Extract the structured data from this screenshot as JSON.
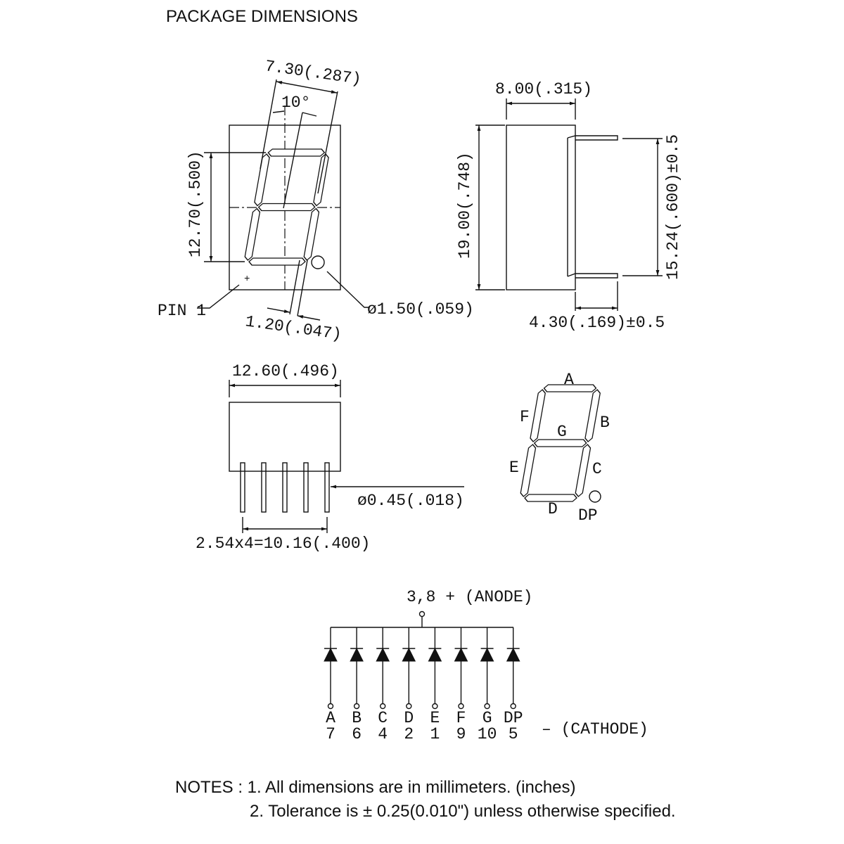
{
  "title": "PACKAGE DIMENSIONS",
  "front_view": {
    "digit_width": "7.30(.287)",
    "slant_angle": "10°",
    "digit_height": "12.70(.500)",
    "segment_width": "1.20(.047)",
    "dp_diameter": "ø1.50(.059)",
    "pin1_label": "PIN 1",
    "pin1_mark": "+"
  },
  "side_view": {
    "depth": "8.00(.315)",
    "height": "19.00(.748)",
    "pin_row_spacing": "15.24(.600)±0.5",
    "pin_length": "4.30(.169)±0.5"
  },
  "bottom_view": {
    "width": "12.60(.496)",
    "pin_diameter": "ø0.45(.018)",
    "pin_pitch": "2.54x4=10.16(.400)"
  },
  "segment_diagram": {
    "labels": {
      "a": "A",
      "b": "B",
      "c": "C",
      "d": "D",
      "e": "E",
      "f": "F",
      "g": "G",
      "dp": "DP"
    }
  },
  "circuit": {
    "anode_label": "3,8  + (ANODE)",
    "cathode_label": "– (CATHODE)",
    "pins": [
      {
        "segment": "A",
        "pin": "7"
      },
      {
        "segment": "B",
        "pin": "6"
      },
      {
        "segment": "C",
        "pin": "4"
      },
      {
        "segment": "D",
        "pin": "2"
      },
      {
        "segment": "E",
        "pin": "1"
      },
      {
        "segment": "F",
        "pin": "9"
      },
      {
        "segment": "G",
        "pin": "10"
      },
      {
        "segment": "DP",
        "pin": "5"
      }
    ]
  },
  "notes": {
    "line1": "NOTES : 1. All dimensions are in millimeters. (inches)",
    "line2": "2. Tolerance is ± 0.25(0.010\") unless otherwise specified."
  }
}
